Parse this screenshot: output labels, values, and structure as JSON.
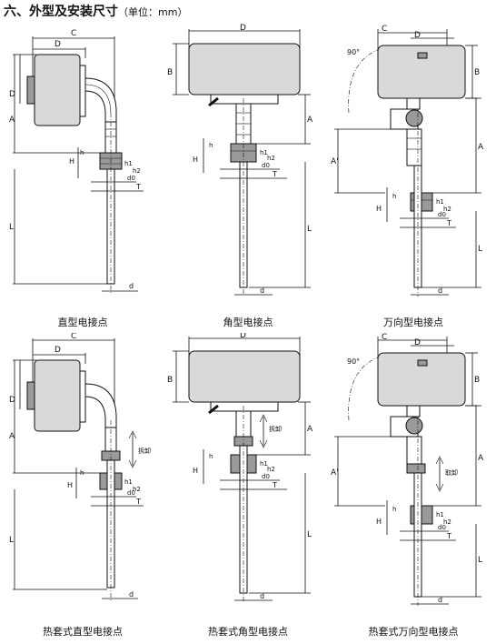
{
  "heading": {
    "title": "六、外型及安装尺寸",
    "unit_open": "（单位：",
    "unit_value": "mm",
    "unit_close": "）"
  },
  "panels": [
    {
      "caption": "直型电接点"
    },
    {
      "caption": "角型电接点"
    },
    {
      "caption": "万向型电接点"
    },
    {
      "caption": "热套式直型电接点"
    },
    {
      "caption": "热套式角型电接点"
    },
    {
      "caption": "热套式万向型电接点"
    }
  ],
  "dimension_labels": {
    "C": "C",
    "D": "D",
    "B": "B",
    "A": "A",
    "A_prime": "A'",
    "L": "L",
    "d": "d",
    "T": "T",
    "H": "H",
    "h": "h",
    "h1": "h1",
    "h2": "h2",
    "d0": "d0",
    "angle": "90°",
    "removal": "拆卸",
    "removal_alt": "取卸"
  }
}
